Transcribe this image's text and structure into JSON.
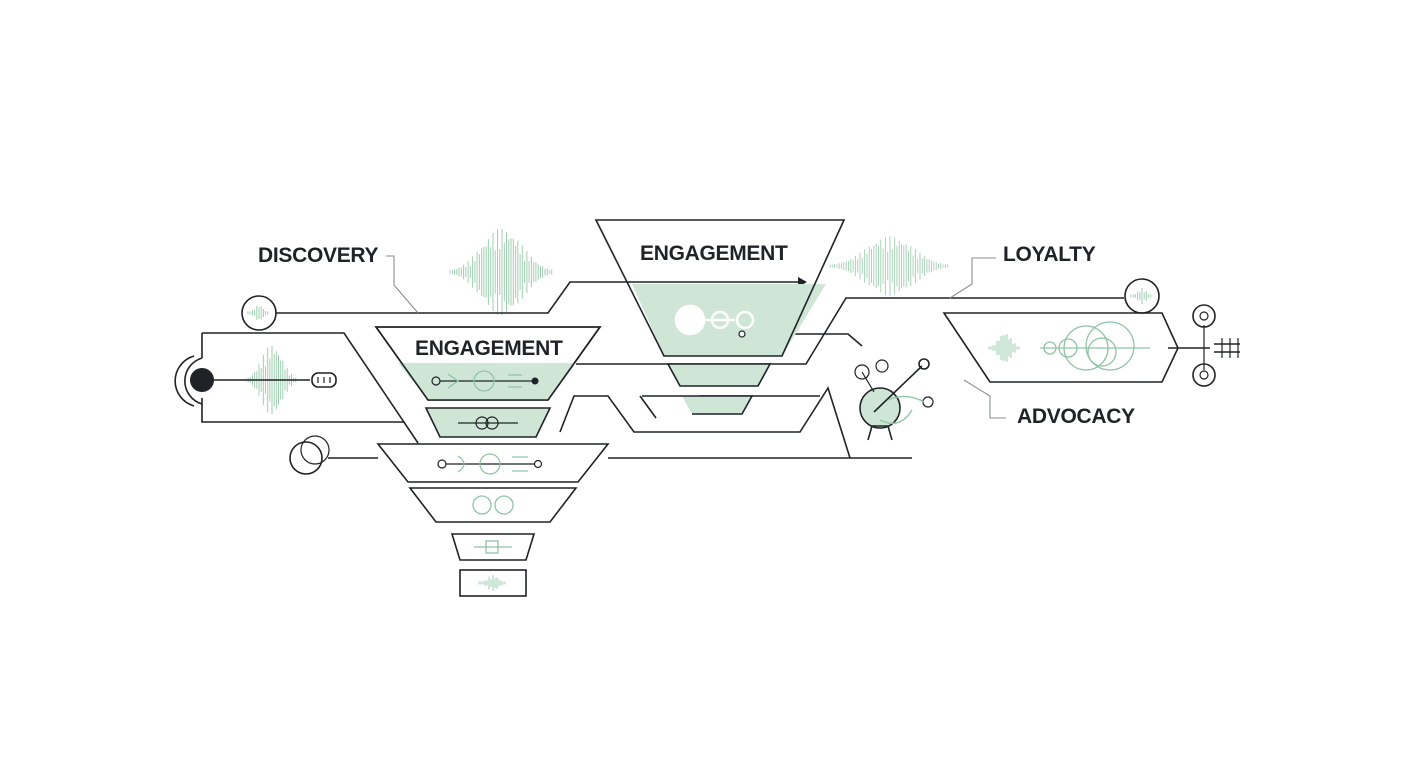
{
  "labels": {
    "discovery": "DISCOVERY",
    "engagement_center": "ENGAGEMENT",
    "engagement_left": "ENGAGEMENT",
    "loyalty": "LOYALTY",
    "advocacy": "ADVOCACY"
  },
  "colors": {
    "line": "#1f2328",
    "accent_green": "#8fc4a4",
    "fill_green": "#cfe6d6",
    "background": "#ffffff"
  },
  "icons": [
    "node-circle-icon",
    "guitar-icon",
    "waveform-icon",
    "link-chain-icon",
    "microphone-icon",
    "connector-icon"
  ]
}
